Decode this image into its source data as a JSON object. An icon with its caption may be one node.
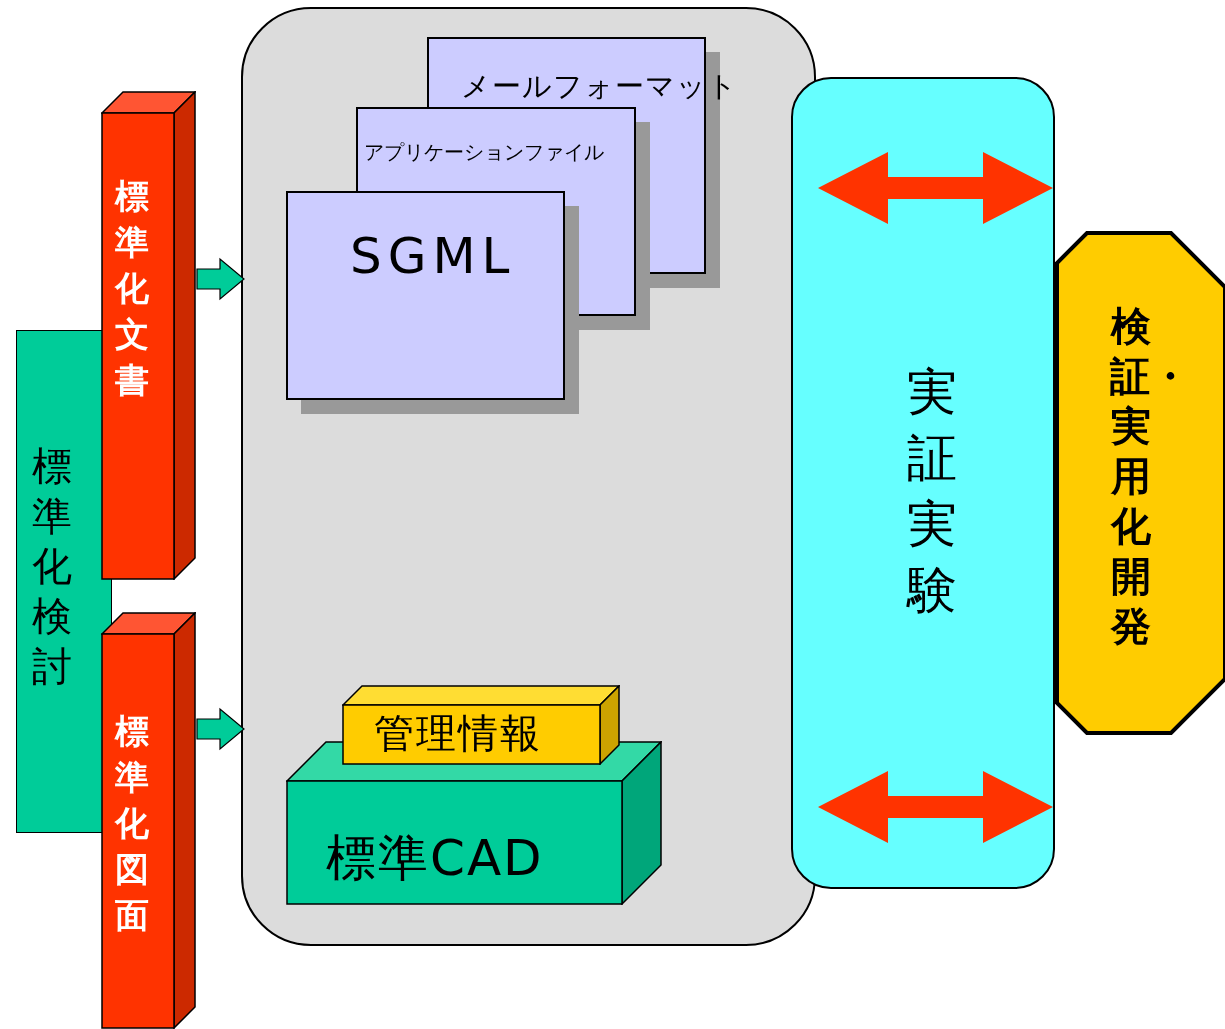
{
  "diagram": {
    "nodes": [
      {
        "text": [
          "標準化検討"
        ]
      },
      {
        "text": [
          "標準化文書"
        ]
      },
      {
        "text": [
          "標準化図面"
        ]
      },
      {
        "text": [],
        "shape": "box"
      },
      {
        "text": [
          "メールフォーマット"
        ],
        "in": 3
      },
      {
        "text": [
          "アプリケーションファイル"
        ],
        "in": 3
      },
      {
        "text": [
          "SGML"
        ],
        "in": 3
      },
      {
        "text": [
          "管理情報"
        ],
        "in": 3
      },
      {
        "text": [
          "標準CAD"
        ],
        "in": 3
      },
      {
        "text": [
          "実証実験"
        ]
      },
      {
        "text": [
          "検証・実用化開発"
        ]
      }
    ],
    "edges": [
      {
        "from": 1,
        "to": 3,
        "arrow": "to"
      },
      {
        "from": 2,
        "to": 3,
        "arrow": "to"
      },
      {
        "from": 3,
        "to": 10,
        "arrow": "both",
        "color": "#ff3300"
      },
      {
        "from": 3,
        "to": 10,
        "arrow": "both",
        "color": "#ff3300"
      }
    ]
  }
}
